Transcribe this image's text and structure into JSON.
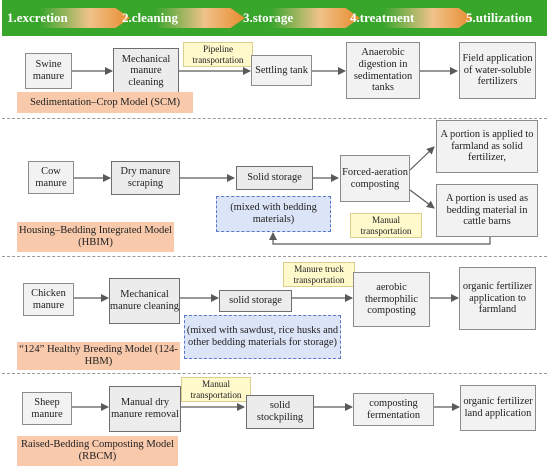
{
  "stages": [
    "1.excretion",
    "2.cleaning",
    "3.storage",
    "4.treatment",
    "5.utilization"
  ],
  "colors": {
    "header_green": "#38a52b",
    "arrow_orange": "#e78c2f",
    "process_box": "#f2f2f2",
    "note_yellow": "#fff9cc",
    "bedding_blue": "#dce4f7",
    "model_peach": "#f8c9ab"
  },
  "models": [
    {
      "name": "Sedimentation–Crop Model (SCM)",
      "excretion": "Swine manure",
      "cleaning": "Mechanical manure cleaning",
      "transport_note": "Pipeline transportation",
      "storage": "Settling tank",
      "treatment": "Anaerobic digestion in sedimentation tanks",
      "utilization": "Field application of water-soluble fertilizers"
    },
    {
      "name": "Housing–Bedding Integrated Model (HBIM)",
      "excretion": "Cow manure",
      "cleaning": "Dry manure scraping",
      "storage": "Solid storage",
      "storage_note": "(mixed with bedding materials)",
      "treatment": "Forced-aeration composting",
      "transport_note": "Manual transportation",
      "utilization": [
        "A portion is applied to farmland as solid fertilizer,",
        "A portion is used as bedding material in cattle barns"
      ]
    },
    {
      "name": "“124” Healthy Breeding Model (124-HBM)",
      "excretion": "Chicken manure",
      "cleaning": "Mechanical manure cleaning",
      "storage": "solid storage",
      "storage_note": "(mixed with sawdust, rice husks and other bedding materials for storage)",
      "transport_note": "Manure truck transportation",
      "treatment": "aerobic thermophilic composting",
      "utilization": "organic fertilizer application to farmland"
    },
    {
      "name": "Raised-Bedding Composting Model (RBCM)",
      "excretion": "Sheep manure",
      "cleaning": "Manual dry manure removal",
      "transport_note": "Manual transportation",
      "storage": "solid stockpiling",
      "treatment": "composting fermentation",
      "utilization": "organic fertilizer land application"
    }
  ]
}
